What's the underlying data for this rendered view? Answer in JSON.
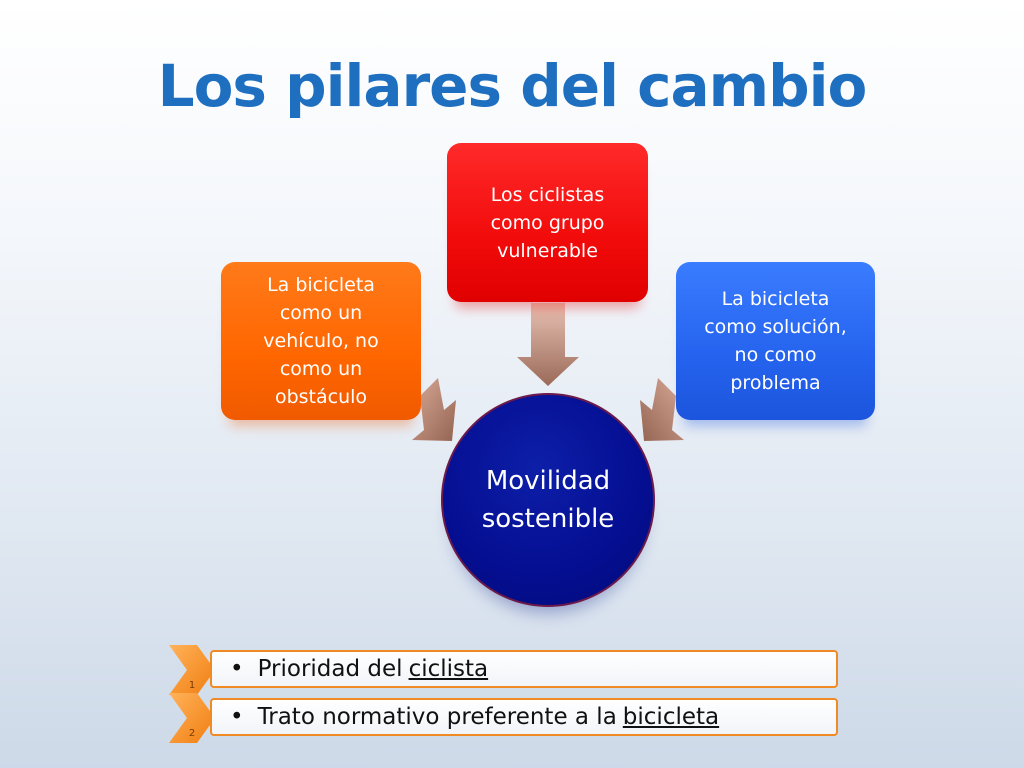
{
  "title": "Los pilares del cambio",
  "diagram": {
    "center": {
      "line1": "Movilidad",
      "line2": "sostenible"
    },
    "left_box": {
      "lines": [
        "La bicicleta",
        "como un",
        "vehículo, no",
        "como un",
        "obstáculo"
      ],
      "color": "#FF6600"
    },
    "top_box": {
      "lines": [
        "Los ciclistas",
        "como grupo",
        "vulnerable"
      ],
      "color": "#F20B0B"
    },
    "right_box": {
      "lines": [
        "La bicicleta",
        "como solución,",
        "no como",
        "problema"
      ],
      "color": "#2563EE"
    },
    "center_color": "#050F93",
    "arrow_color": "#A07868"
  },
  "list": [
    {
      "number": "1",
      "bullet": "•",
      "text": "Prioridad del",
      "underlined": "ciclista"
    },
    {
      "number": "2",
      "bullet": "•",
      "text": "Trato normativo preferente a la",
      "underlined": "bicicleta"
    }
  ],
  "accent_color": "#F08A24",
  "title_color": "#1F6FC0"
}
